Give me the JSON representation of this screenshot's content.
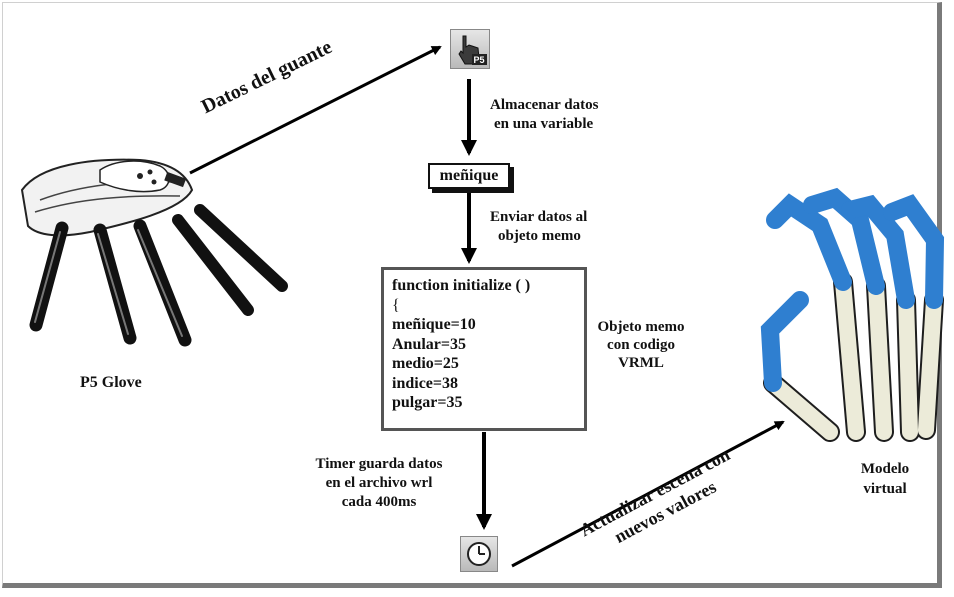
{
  "arrows": {
    "datos_guante": "Datos del guante",
    "almacenar": [
      "Almacenar datos",
      "en una variable"
    ],
    "enviar": [
      "Enviar datos al",
      "objeto memo"
    ],
    "timer": [
      "Timer guarda datos",
      "en el archivo wrl",
      "cada 400ms"
    ],
    "actualizar": [
      "Actualizar escena con",
      "nuevos valores"
    ]
  },
  "variable_box": "meñique",
  "code_box": {
    "lines": [
      "function initialize ( )",
      "{",
      "meñique=10",
      "Anular=35",
      "medio=25",
      "indice=38",
      "pulgar=35"
    ]
  },
  "memo_label": [
    "Objeto memo",
    "con codigo",
    "VRML"
  ],
  "glove_label": "P5 Glove",
  "model_label": [
    "Modelo",
    "virtual"
  ],
  "icons": {
    "p5": {
      "name": "p5-hand-icon",
      "text": "P5"
    },
    "clock": {
      "name": "clock-icon"
    }
  },
  "colors": {
    "hand_blue": "#2f7fd0",
    "hand_bone": "#ecebd9"
  }
}
